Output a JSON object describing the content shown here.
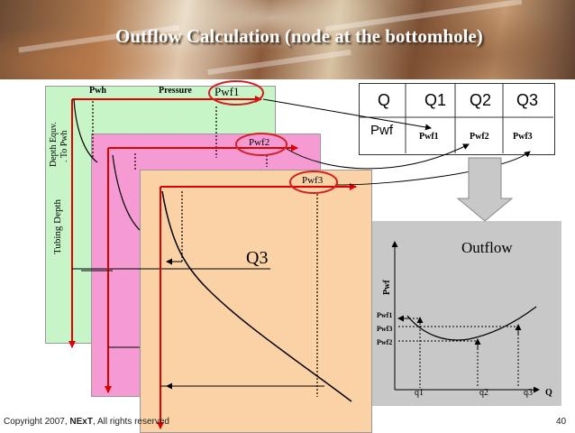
{
  "header": {
    "title": "Outflow Calculation (node at the bottomhole)"
  },
  "panel1": {
    "pwh_label": "Pwh",
    "pressure_label": "Pressure",
    "pwf_label": "Pwf1",
    "depth_equiv_label_line1": "Depth Equv.",
    "depth_equiv_label_line2": ". To Pwh",
    "tubing_depth_label": "Tubing Depth"
  },
  "panel2": {
    "pwf_label": "Pwf2"
  },
  "panel3": {
    "pwf_label": "Pwf3",
    "rate_label": "Q3"
  },
  "table": {
    "headers": [
      "Q",
      "Q1",
      "Q2",
      "Q3"
    ],
    "row_label": "Pwf",
    "values": [
      "Pwf1",
      "Pwf2",
      "Pwf3"
    ]
  },
  "outflow": {
    "title": "Outflow",
    "y_axis_label": "Pwf",
    "x_axis_label": "Q",
    "y_ticks": [
      "Pwf1",
      "Pwf3",
      "Pwf2"
    ],
    "x_ticks": [
      "q1",
      "q2",
      "q3"
    ]
  },
  "footer": {
    "copyright_prefix": "Copyright 2007,",
    "brand": "NExT",
    "copyright_suffix": ", All rights reserved",
    "page_number": "40"
  },
  "colors": {
    "arrow_red": "#e00000",
    "highlight_circle": "#d42020",
    "panel_green": "#c8f5c8",
    "panel_pink": "#f59ad2",
    "panel_orange": "#fad2a5",
    "outflow_gray": "#c8c8c8"
  }
}
